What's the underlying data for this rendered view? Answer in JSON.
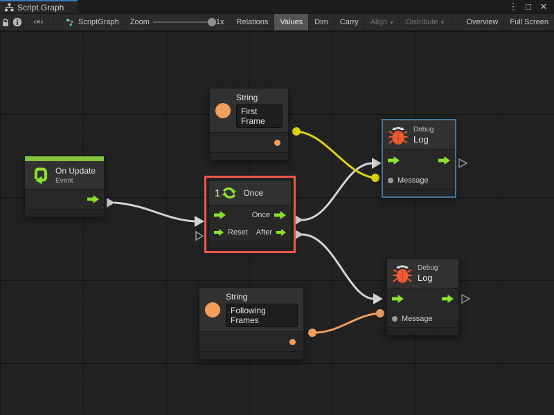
{
  "window": {
    "tab": {
      "title": "Script Graph"
    },
    "controls": {
      "menu": "⋮",
      "maximize": "□",
      "close": "✕"
    }
  },
  "toolbar": {
    "code_icon_glyph": "‹×›",
    "graph_name": "ScriptGraph",
    "zoom_label": "Zoom",
    "zoom_value": "1x",
    "buttons": [
      {
        "label": "Relations",
        "state": "normal"
      },
      {
        "label": "Values",
        "state": "active"
      },
      {
        "label": "Dim",
        "state": "normal"
      },
      {
        "label": "Carry",
        "state": "normal"
      },
      {
        "label": "Align",
        "state": "disabled",
        "dropdown": "▼"
      },
      {
        "label": "Distribute",
        "state": "disabled",
        "dropdown": "▼"
      },
      {
        "label": "Overview",
        "state": "normal"
      },
      {
        "label": "Full Screen",
        "state": "normal"
      }
    ]
  },
  "nodes": {
    "string_first": {
      "title": "String",
      "value": "First Frame"
    },
    "string_following": {
      "title": "String",
      "value": "Following Frames"
    },
    "on_update": {
      "title": "On Update",
      "subtitle": "Event"
    },
    "once": {
      "icon_number": "1",
      "title": "Once",
      "out_once": "Once",
      "in_reset": "Reset",
      "out_after": "After"
    },
    "debug_top": {
      "category": "Debug",
      "title": "Log",
      "message_label": "Message"
    },
    "debug_bottom": {
      "category": "Debug",
      "title": "Log",
      "message_label": "Message"
    }
  },
  "colors": {
    "flow_green": "#8ce12f",
    "event_green_bar": "#84c43c",
    "string_orange": "#f49e5b",
    "bug_orange": "#ee5a31",
    "selection_red": "#f0564a",
    "selection_blue": "#44789e",
    "wire_white": "#d4d4d4",
    "wire_yellow": "#ddd313",
    "wire_orange": "#ee9e5d",
    "tab_stripe_blue": "#3c79b8"
  }
}
